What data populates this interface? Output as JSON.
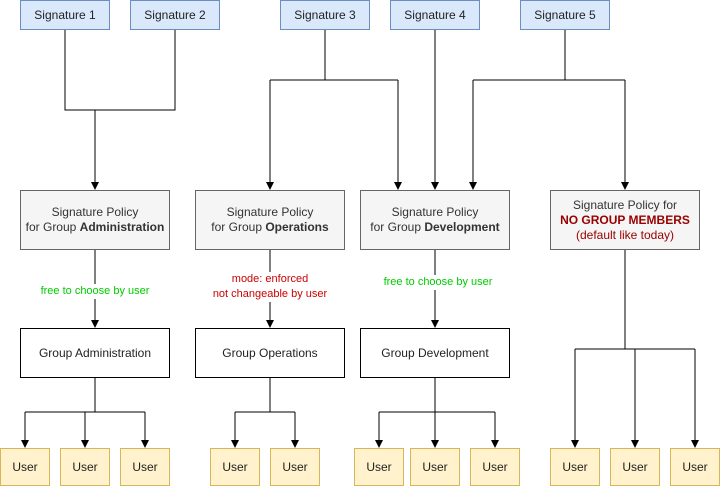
{
  "signatures": [
    "Signature 1",
    "Signature 2",
    "Signature 3",
    "Signature 4",
    "Signature 5"
  ],
  "policies": {
    "administration": {
      "line1": "Signature Policy",
      "line2_prefix": "for Group ",
      "line2_bold": "Administration"
    },
    "operations": {
      "line1": "Signature Policy",
      "line2_prefix": "for Group ",
      "line2_bold": "Operations"
    },
    "development": {
      "line1": "Signature Policy",
      "line2_prefix": "for Group ",
      "line2_bold": "Development"
    },
    "no_group": {
      "line1": "Signature Policy for",
      "line2": "NO GROUP MEMBERS",
      "line3": "(default like today)"
    }
  },
  "notes": {
    "administration": "free to choose by user",
    "operations_line1": "mode: enforced",
    "operations_line2": "not changeable by user",
    "development": "free to choose by user"
  },
  "groups": {
    "administration": "Group Administration",
    "operations": "Group Operations",
    "development": "Group Development"
  },
  "user_label": "User",
  "colors": {
    "signature_fill": "#dae8fc",
    "signature_border": "#6c8ebf",
    "policy_fill": "#f5f5f5",
    "policy_border": "#666666",
    "user_fill": "#fff2cc",
    "user_border": "#d6b656",
    "note_green": "#00cc00",
    "note_red": "#cc0000",
    "policy_red": "#990000"
  }
}
